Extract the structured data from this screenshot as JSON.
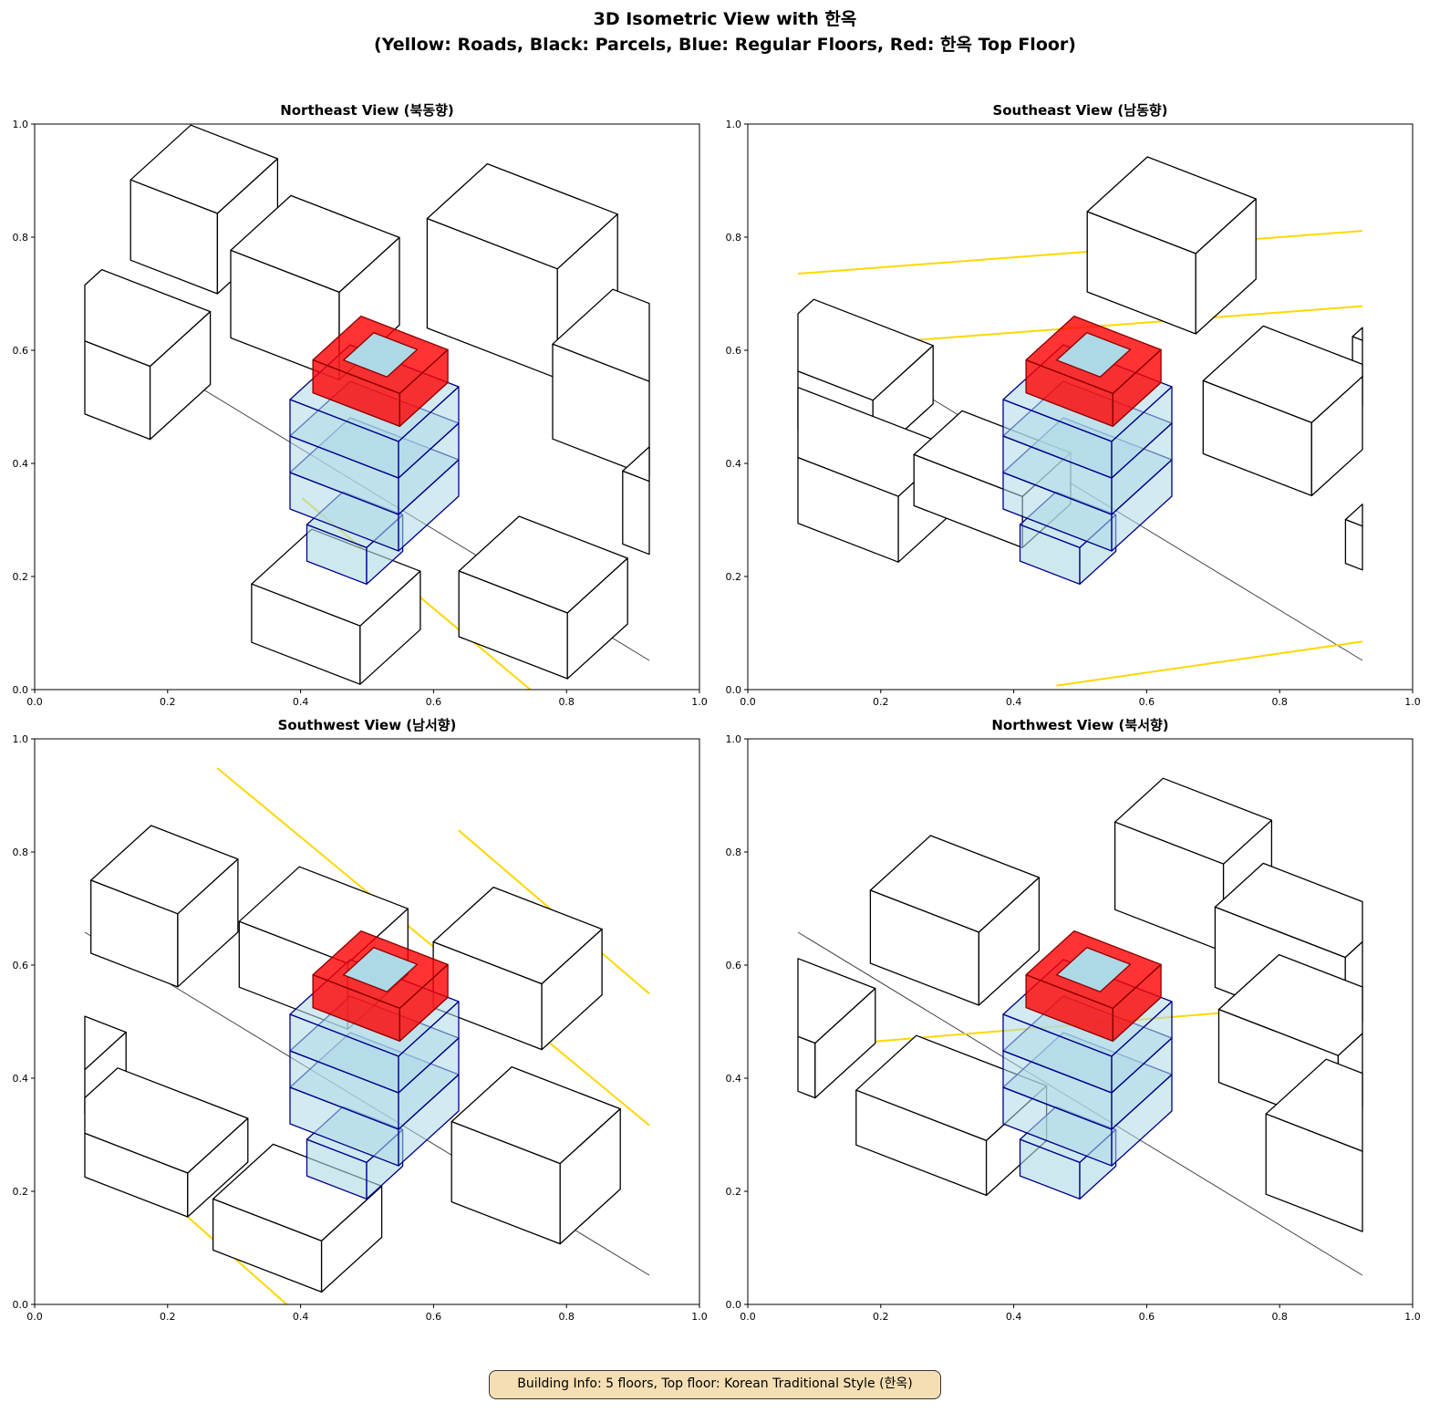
{
  "title_line1": "3D Isometric View with 한옥",
  "title_line2": "(Yellow: Roads, Black: Parcels, Blue: Regular Floors, Red: 한옥 Top Floor)",
  "info_box": "Building Info: 5 floors, Top floor: Korean Traditional Style (한옥)",
  "colors": {
    "road": "#ffd700",
    "parcel": "#000000",
    "regular_floor": "#add8e6",
    "regular_edge": "#00008b",
    "hanok_floor": "#ff0000",
    "hanok_edge": "#8b0000",
    "info_bg": "#f5deb3"
  },
  "chart_data": {
    "type": "diagram",
    "building": {
      "floors": 5,
      "top_floor_style": "Korean Traditional Style (한옥)"
    },
    "panels": [
      {
        "title": "Northeast View (북동향)",
        "xlim": [
          0,
          1
        ],
        "ylim": [
          0,
          1
        ]
      },
      {
        "title": "Southeast View (남동향)",
        "xlim": [
          0,
          1
        ],
        "ylim": [
          0,
          1
        ]
      },
      {
        "title": "Southwest View (남서향)",
        "xlim": [
          0,
          1
        ],
        "ylim": [
          0,
          1
        ]
      },
      {
        "title": "Northwest View (북서향)",
        "xlim": [
          0,
          1
        ],
        "ylim": [
          0,
          1
        ]
      }
    ],
    "xticks": [
      "0.0",
      "0.2",
      "0.4",
      "0.6",
      "0.8",
      "1.0"
    ],
    "yticks": [
      "0.0",
      "0.2",
      "0.4",
      "0.6",
      "0.8",
      "1.0"
    ]
  }
}
